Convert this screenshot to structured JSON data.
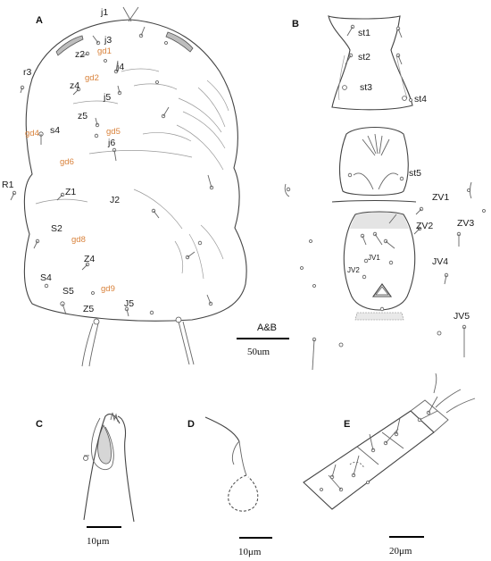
{
  "panels": {
    "A": "A",
    "B": "B",
    "C": "C",
    "D": "D",
    "E": "E"
  },
  "dorsal_setae": {
    "j1": "j1",
    "j3": "j3",
    "z2": "z2",
    "j4": "j4",
    "r3": "r3",
    "z4": "z4",
    "j5": "j5",
    "z5": "z5",
    "s4": "s4",
    "j6": "j6",
    "R1": "R1",
    "Z1": "Z1",
    "J2": "J2",
    "S2": "S2",
    "Z4": "Z4",
    "S4": "S4",
    "S5": "S5",
    "J5": "J5",
    "Z5": "Z5"
  },
  "gland_pores": {
    "gd1": "gd1",
    "gd2": "gd2",
    "gd4": "gd4",
    "gd5": "gd5",
    "gd6": "gd6",
    "gd8": "gd8",
    "gd9": "gd9"
  },
  "ventral_setae": {
    "st1": "st1",
    "st2": "st2",
    "st3": "st3",
    "st4": "st4",
    "st5": "st5",
    "ZV1": "ZV1",
    "ZV2": "ZV2",
    "ZV3": "ZV3",
    "JV1": "JV1",
    "JV2": "JV2",
    "JV4": "JV4",
    "JV5": "JV5"
  },
  "scale_bars": {
    "ab_label": "A&B",
    "ab_value": "50um",
    "c_value": "10μm",
    "d_value": "10μm",
    "e_value": "20μm"
  }
}
